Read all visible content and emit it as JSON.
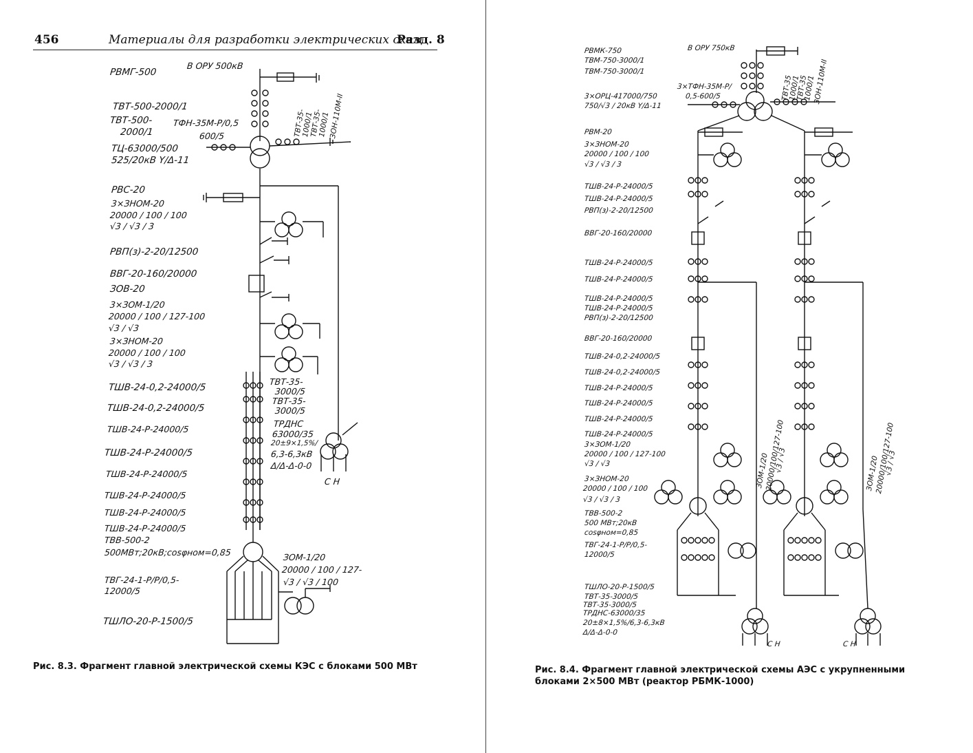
{
  "header": {
    "page_number": "456",
    "running_head": "Материалы для разработки электрических схем",
    "section": "Разд. 8"
  },
  "fig83": {
    "labels": [
      "РВМГ-500",
      "В ОРУ 500кВ",
      "ТВТ-500-2000/1",
      "ТВТ-500-",
      "2000/1",
      "ТФН-35М-Р/0,5",
      "600/5",
      "ТЦ-63000/500",
      "525/20кВ Y/Δ-11",
      "РВС-20",
      "3×ЗНОМ-20",
      "20000 / 100 / 100",
      "√3 / √3 / 3",
      "РВП(з)-2-20/12500",
      "ВВГ-20-160/20000",
      "ЗОВ-20",
      "3×ЗОМ-1/20",
      "20000 / 100 / 127-100",
      "√3 / √3",
      "3×ЗНОМ-20",
      "20000 / 100 / 100",
      "√3 / √3 / 3",
      "ТШВ-24-0,2-24000/5",
      "ТШВ-24-0,2-24000/5",
      "ТШВ-24-Р-24000/5",
      "ТШВ-24-Р-24000/5",
      "ТШВ-24-Р-24000/5",
      "ТШВ-24-Р-24000/5",
      "ТШВ-24-Р-24000/5",
      "ТШВ-24-Р-24000/5",
      "ТВВ-500-2",
      "500МВт;20кВ;cosφном=0,85",
      "ТВГ-24-1-Р/Р/0,5-",
      "12000/5",
      "ТШЛО-20-Р-1500/5",
      "ТВТ-35-",
      "3000/5",
      "ТВТ-35-",
      "3000/5",
      "ТРДНС",
      "63000/35",
      "20±9×1,5%/",
      "6,3-6,3кВ",
      "Δ/Δ-Δ-0-0",
      "С Н",
      "ЗОМ-1/20",
      "20000 / 100 / 127-",
      "√3 / √3 / 100"
    ],
    "vertical_labels": [
      "ТВТ-35-",
      "1000/1",
      "ТВТ-35-",
      "1000/1",
      "ЗОН-110М-II"
    ],
    "caption": "Рис. 8.3. Фрагмент главной электрической схемы КЭС с блоками 500 МВт"
  },
  "fig84": {
    "labels": [
      "РВМК-750",
      "ТВМ-750-3000/1",
      "ТВМ-750-3000/1",
      "В ОРУ 750кВ",
      "3×ТФН-35М-Р/",
      "0,5-600/5",
      "3×ОРЦ-417000/750",
      "750/√3 / 20кВ Y/Δ-11",
      "РВМ-20",
      "3×ЗНОМ-20",
      "20000 / 100 / 100",
      "√3 / √3 / 3",
      "ТШВ-24-Р-24000/5",
      "ТШВ-24-Р-24000/5",
      "РВП(з)-2-20/12500",
      "ВВГ-20-160/20000",
      "ТШВ-24-Р-24000/5",
      "ТШВ-24-Р-24000/5",
      "ТШВ-24-Р-24000/5",
      "ТШВ-24-Р-24000/5",
      "РВП(з)-2-20/12500",
      "ВВГ-20-160/20000",
      "ТШВ-24-0,2-24000/5",
      "ТШВ-24-0,2-24000/5",
      "ТШВ-24-Р-24000/5",
      "ТШВ-24-Р-24000/5",
      "ТШВ-24-Р-24000/5",
      "ТШВ-24-Р-24000/5",
      "3×ЗОМ-1/20",
      "20000 / 100 / 127-100",
      "√3 / √3",
      "3×ЗНОМ-20",
      "20000 / 100 / 100",
      "√3 / √3 / 3",
      "ТВВ-500-2",
      "500 МВт;20кВ",
      "cosφном=0,85",
      "ТВГ-24-1-Р/Р/0,5-",
      "12000/5",
      "ТШЛО-20-Р-1500/5",
      "ТВТ-35-3000/5",
      "ТВТ-35-3000/5",
      "ТРДНС-63000/35",
      "20±8×1,5%/6,3-6,3кВ",
      "Δ/Δ-Δ-0-0",
      "С Н",
      "С Н"
    ],
    "vertical_labels": [
      "ТВТ-35",
      "1000/1",
      "ТВТ-35",
      "1000/1",
      "ЗОН-110М-II",
      "ЗОМ-1/20",
      "20000/100/127-100",
      "√3 / √3",
      "ЗОМ-1/20",
      "20000/100/127-100",
      "√3 / √3"
    ],
    "caption": "Рис. 8.4. Фрагмент главной электрической схемы АЭС с укрупненными блоками 2×500 МВт (реактор РБМК-1000)"
  }
}
